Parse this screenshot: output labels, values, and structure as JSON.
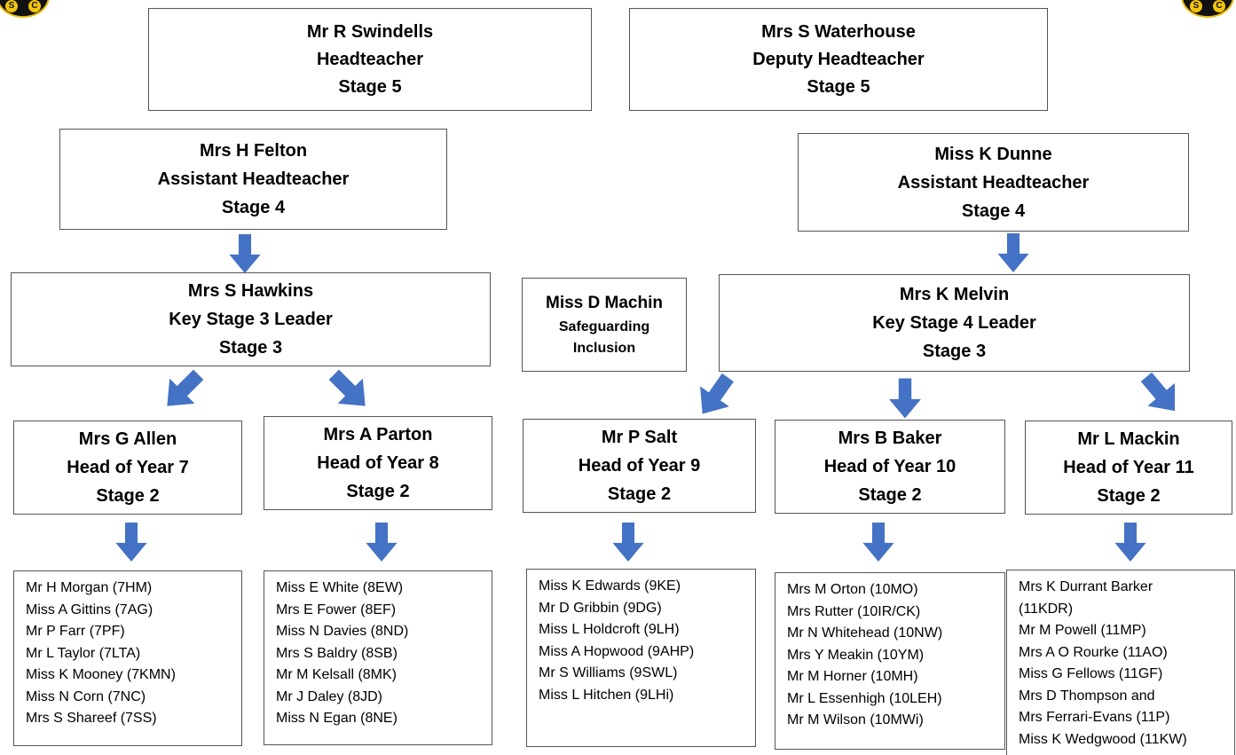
{
  "logo": {
    "letters": [
      "S",
      "C"
    ]
  },
  "top": [
    {
      "name": "Mr R Swindells",
      "role": "Headteacher",
      "stage": "Stage 5"
    },
    {
      "name": "Mrs S Waterhouse",
      "role": "Deputy Headteacher",
      "stage": "Stage 5"
    }
  ],
  "assistants": [
    {
      "name": "Mrs H Felton",
      "role": "Assistant Headteacher",
      "stage": "Stage 4"
    },
    {
      "name": "Miss K Dunne",
      "role": "Assistant Headteacher",
      "stage": "Stage 4"
    }
  ],
  "leaders": [
    {
      "name": "Mrs S Hawkins",
      "role": "Key Stage 3 Leader",
      "stage": "Stage 3"
    },
    {
      "name": "Mrs K Melvin",
      "role": "Key Stage 4 Leader",
      "stage": "Stage 3"
    }
  ],
  "safeguarding": {
    "name": "Miss D Machin",
    "line1": "Safeguarding",
    "line2": "Inclusion"
  },
  "heads": [
    {
      "name": "Mrs G Allen",
      "role": "Head of Year 7",
      "stage": "Stage 2"
    },
    {
      "name": "Mrs A Parton",
      "role": "Head of Year 8",
      "stage": "Stage 2"
    },
    {
      "name": "Mr P Salt",
      "role": "Head of Year 9",
      "stage": "Stage 2"
    },
    {
      "name": "Mrs B Baker",
      "role": "Head of Year 10",
      "stage": "Stage 2"
    },
    {
      "name": "Mr L Mackin",
      "role": "Head of Year 11",
      "stage": "Stage 2"
    }
  ],
  "tutors": [
    [
      "Mr H Morgan (7HM)",
      "Miss A Gittins (7AG)",
      "Mr P Farr (7PF)",
      "Mr L Taylor (7LTA)",
      "Miss K Mooney (7KMN)",
      "Miss N Corn (7NC)",
      "Mrs S Shareef (7SS)"
    ],
    [
      "Miss E White (8EW)",
      "Mrs E Fower (8EF)",
      "Miss N Davies (8ND)",
      "Mrs S Baldry (8SB)",
      "Mr M Kelsall (8MK)",
      "Mr J Daley (8JD)",
      "Miss N Egan (8NE)"
    ],
    [
      "Miss K Edwards (9KE)",
      "Mr D Gribbin (9DG)",
      "Miss L Holdcroft (9LH)",
      "Miss A Hopwood (9AHP)",
      "Mr S Williams (9SWL)",
      "Miss L Hitchen (9LHi)"
    ],
    [
      "Mrs M Orton (10MO)",
      "Mrs Rutter (10IR/CK)",
      "Mr N Whitehead (10NW)",
      "Mrs Y Meakin (10YM)",
      "Mr M Horner (10MH)",
      "Mr L Essenhigh (10LEH)",
      "Mr M Wilson (10MWi)"
    ],
    [
      "Mrs K Durrant Barker",
      "(11KDR)",
      "Mr M Powell (11MP)",
      "Mrs A O Rourke (11AO)",
      "Miss G Fellows (11GF)",
      "Mrs D Thompson and",
      "Mrs Ferrari-Evans (11P)",
      "Miss K Wedgwood (11KW)"
    ]
  ],
  "colors": {
    "arrow": "#4472c4",
    "border": "#555555"
  }
}
